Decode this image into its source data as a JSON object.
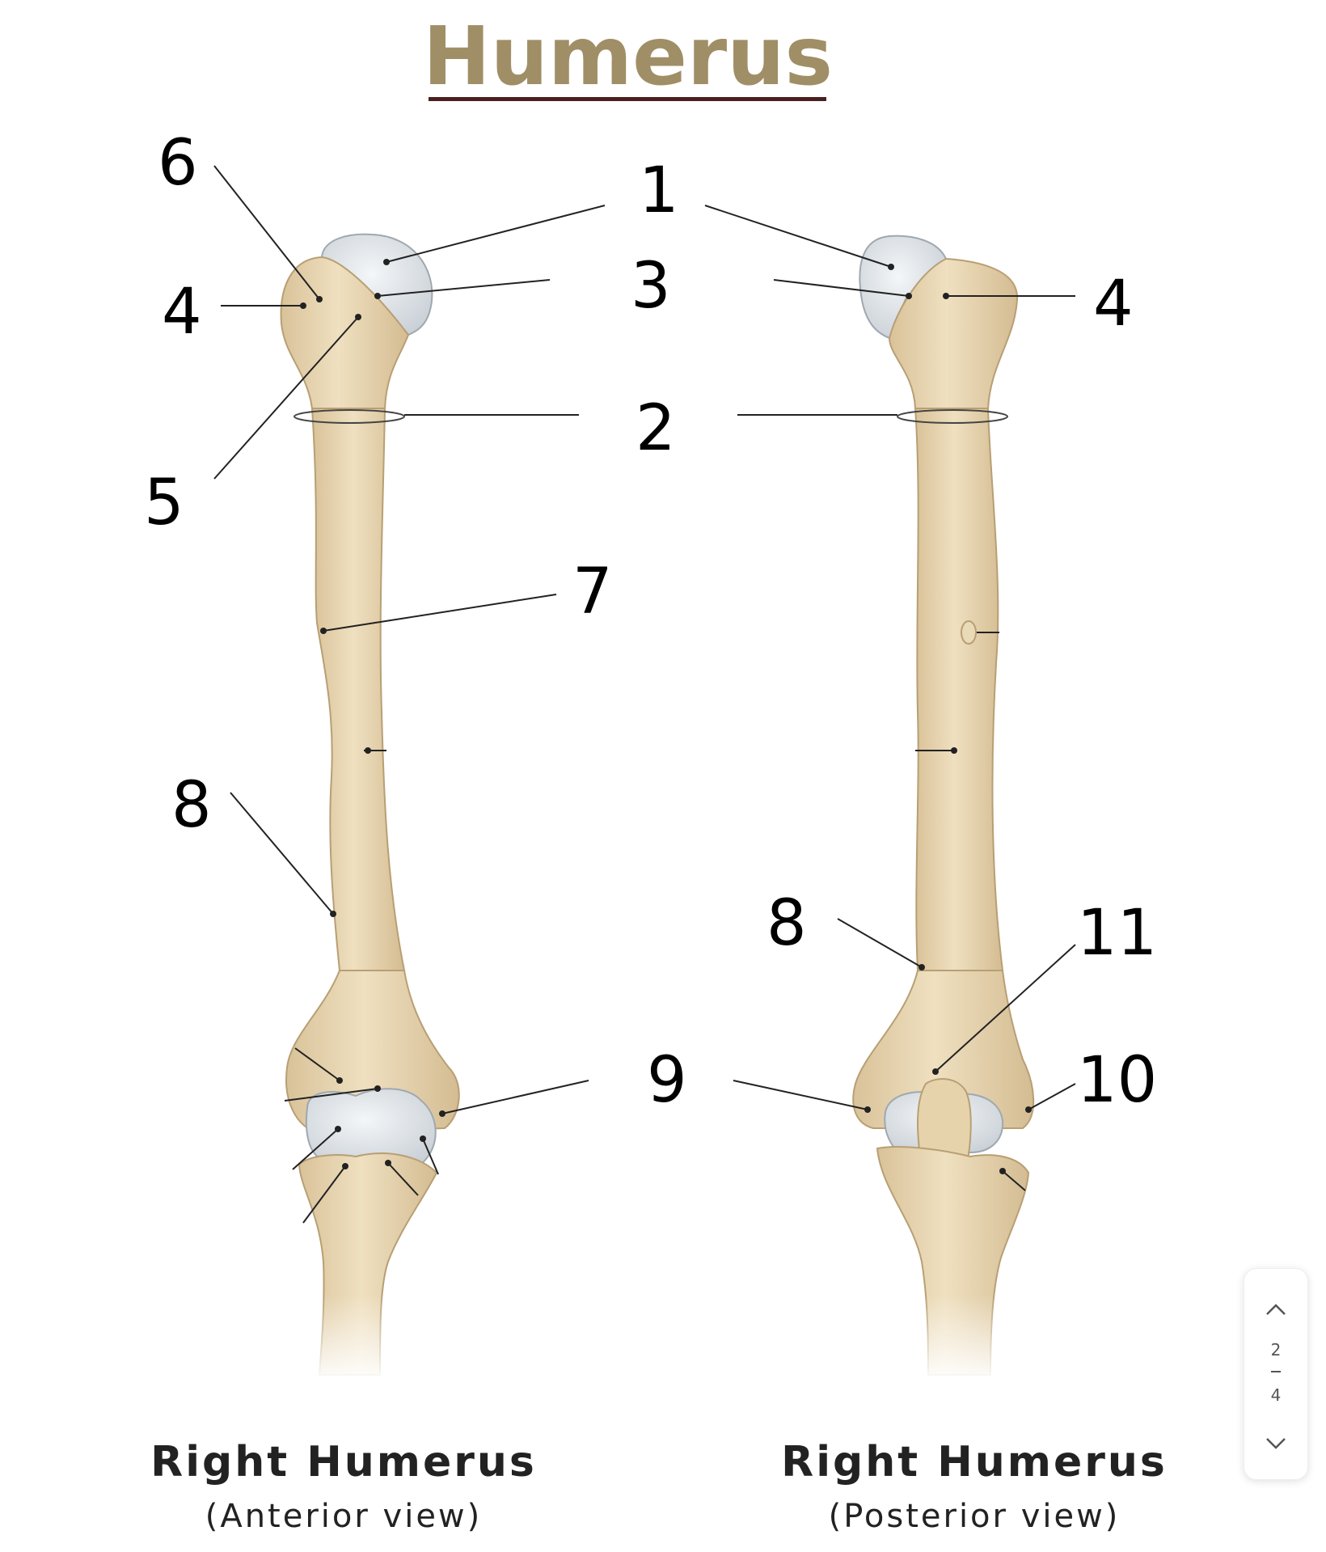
{
  "title": "Humerus",
  "figures": {
    "anterior": {
      "caption": "Right Humerus",
      "subcaption": "(Anterior view)"
    },
    "posterior": {
      "caption": "Right Humerus",
      "subcaption": "(Posterior view)"
    }
  },
  "labels": {
    "anterior_6": "6",
    "anterior_4": "4",
    "anterior_5": "5",
    "anterior_8": "8",
    "center_1": "1",
    "center_3": "3",
    "center_2": "2",
    "center_7": "7",
    "center_9": "9",
    "posterior_4": "4",
    "posterior_8": "8",
    "posterior_11": "11",
    "posterior_10": "10"
  },
  "pager": {
    "current": "2",
    "total": "4",
    "prev_icon": "chevron-up-icon",
    "next_icon": "chevron-down-icon"
  },
  "colors": {
    "title": "#A08E66",
    "bone": "#EAD9B6",
    "bone_shadow": "#CDB68C",
    "cartilage": "#D9DEE2",
    "ink": "#000000"
  }
}
